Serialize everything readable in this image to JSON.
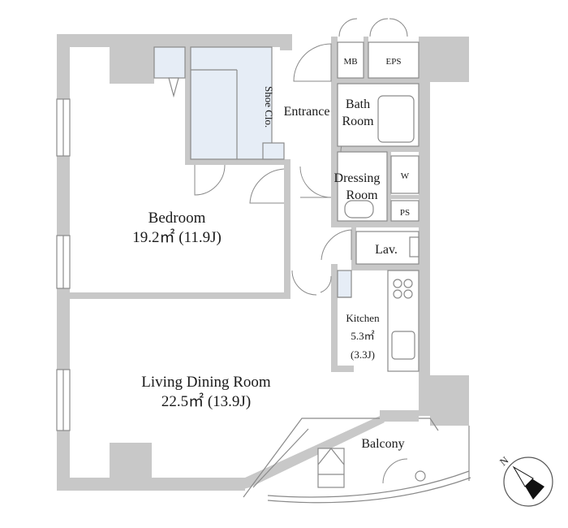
{
  "rooms": {
    "bedroom_name": "Bedroom",
    "bedroom_area": "19.2㎡ (11.9J)",
    "living_name": "Living Dining Room",
    "living_area": "22.5㎡ (13.9J)",
    "entrance": "Entrance",
    "shoe_closet": "Shoe Clo.",
    "bath_line1": "Bath",
    "bath_line2": "Room",
    "dressing_line1": "Dressing",
    "dressing_line2": "Room",
    "washer": "W",
    "ps": "PS",
    "mb": "MB",
    "eps": "EPS",
    "lavatory": "Lav.",
    "kitchen_name": "Kitchen",
    "kitchen_area": "5.3㎡",
    "kitchen_jo": "(3.3J)",
    "balcony": "Balcony"
  },
  "compass": {
    "north_label": "N",
    "icon": "compass-icon"
  },
  "colors": {
    "wall": "#c8c8c8",
    "closet_fill": "#e6edf6",
    "line": "#8a8a8a",
    "background": "#ffffff"
  }
}
